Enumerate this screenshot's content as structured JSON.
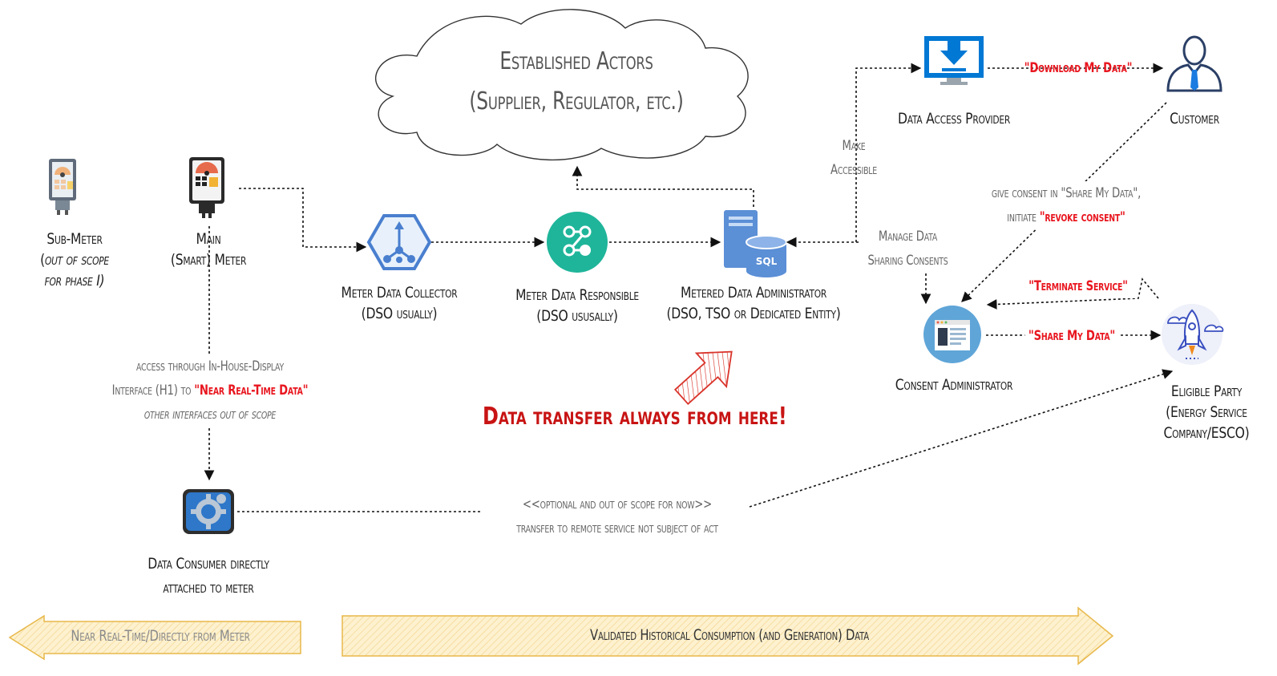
{
  "cloud": {
    "line1": "Established Actors",
    "line2": "(Supplier, Regulator, etc.)"
  },
  "nodes": {
    "sub_meter": {
      "line1": "Sub-Meter",
      "line2_open": "(",
      "line2_italic": "out of scope",
      "line3": "for phase I)",
      "icon": "sub-meter-icon"
    },
    "main_meter": {
      "line1": "Main",
      "line2": "(Smart) Meter",
      "icon": "smart-meter-icon"
    },
    "mdc": {
      "line1": "Meter Data Collector",
      "line2": "(DSO usually)",
      "icon": "hexagon-network-icon"
    },
    "mdr": {
      "line1": "Meter Data Responsible",
      "line2": "(DSO ususally)",
      "icon": "flow-circle-icon"
    },
    "mda": {
      "line1": "Metered Data Administrator",
      "line2": "(DSO, TSO or Dedicated Entity)",
      "icon": "sql-server-icon"
    },
    "dap": {
      "line1": "Data Access Provider",
      "icon": "download-monitor-icon"
    },
    "customer": {
      "line1": "Customer",
      "icon": "person-icon"
    },
    "consent_admin": {
      "line1": "Consent Administrator",
      "icon": "browser-window-icon"
    },
    "eligible": {
      "line1": "Eligible Party",
      "line2": "(Energy Service",
      "line3": "Company/ESCO)",
      "icon": "rocket-icon"
    },
    "consumer": {
      "line1": "Data Consumer directly",
      "line2": "attached to meter",
      "icon": "gear-settings-icon"
    }
  },
  "edges": {
    "download_my_data": "\"Download My Data\"",
    "make_accessible_1": "Make",
    "make_accessible_2": "Accessible",
    "manage_consents_1": "Manage Data",
    "manage_consents_2": "Sharing Consents",
    "give_consent_1": "give consent in \"Share My Data\",",
    "give_consent_2a": "initiate ",
    "give_consent_2b": "\"revoke consent\"",
    "terminate_service": "\"Terminate Service\"",
    "share_my_data": "\"Share My Data\"",
    "access_1": "access through In-House-Display",
    "access_2a": "Interface (H1) to ",
    "access_2b": "\"Near Real-Time Data\"",
    "access_3": "other interfaces out of scope",
    "optional_1": "<<optional and out of scope for now>>",
    "optional_2": "transfer to remote service not subject of act"
  },
  "callout": "Data transfer always from here!",
  "bands": {
    "left": "Near Real-Time/Directly from Meter",
    "right": "Validated Historical Consumption (and Generation) Data"
  },
  "colors": {
    "azure_blue": "#0078d4",
    "teal": "#1fb59a",
    "red_text": "#e8161f",
    "band_fill": "#fdf1cf",
    "band_stroke": "#e8b84a",
    "arrow_red": "#d9342b"
  }
}
